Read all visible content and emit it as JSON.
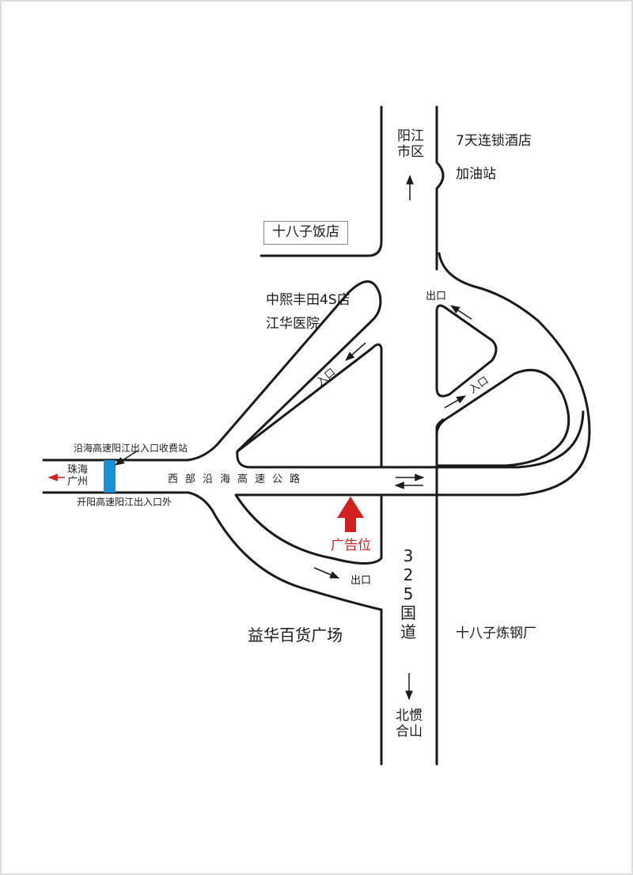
{
  "labels": {
    "yangjiang_city": "阳江\n市区",
    "hotel": "7天连锁酒店",
    "gas_station": "加油站",
    "restaurant": "十八子饭店",
    "toyota_4s": "中熙丰田4S店",
    "hospital": "江华医院",
    "exit_top": "出口",
    "entrance_left": "入口",
    "entrance_right": "入口",
    "toll_station": "沿海高速阳江出入口收费站",
    "zhuhai_guangzhou": "珠海\n广州",
    "kaiyang_exit": "开阳高速阳江出入口外",
    "highway": "西部沿海高速公路",
    "ad_spot": "广告位",
    "exit_bottom": "出口",
    "national_road": "325国道",
    "yihua_plaza": "益华百货广场",
    "steel_plant": "十八子炼钢厂",
    "beiguan_heshan": "北惯\n合山"
  },
  "colors": {
    "road": "#1a1a1a",
    "toll_gate": "#1a8fd6",
    "highlight": "#d21f1f",
    "frame": "#bbbbbb"
  },
  "icons": {
    "arrow_north": "up-arrow-icon",
    "arrow_south": "down-arrow-icon",
    "arrow_west_red": "left-arrow-icon",
    "two_way": "two-way-arrow-icon",
    "ad_marker": "big-red-up-arrow-icon"
  }
}
